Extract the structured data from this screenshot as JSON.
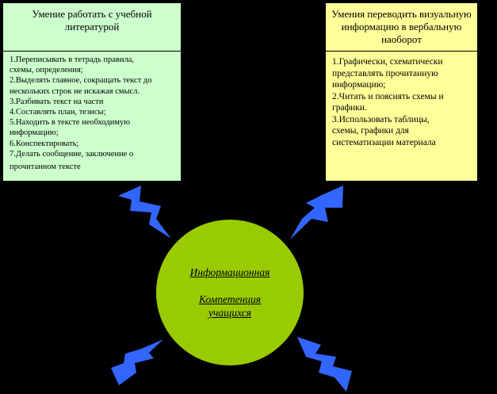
{
  "left_box": {
    "title_lines": [
      "Умение работать с учебной",
      "литературой"
    ],
    "items": [
      "1.Переписывать в тетрадь правила,",
      "схемы, определения;",
      "2.Выделять главное, сокращать текст до",
      "нескольких строк не искажая смысл.",
      "3.Разбивать текст на части",
      "4.Составлять план, тезисы;",
      "5.Находить в тексте необходимую",
      "информацию;",
      "6.Конспектировать;",
      "7.Делать сообщение, заключение о",
      "прочитанном тексте"
    ]
  },
  "right_box": {
    "title_lines": [
      "Умения переводить",
      "визуальную информацию в",
      "вербальную  наоборот"
    ],
    "items": [
      "1.Графически, схематически",
      "представлять прочитанную",
      "информацию;",
      "2.Читать и пояснять схемы и",
      "графики.",
      "3.Использовать таблицы,",
      "схемы, графики для",
      "систематизации материала"
    ]
  },
  "center": {
    "line1": "Информационная",
    "line2": "Компетенция",
    "line3": "учащихся"
  },
  "colors": {
    "left_box_fill": "#ccffcc",
    "right_box_fill": "#ffff99",
    "circle_fill": "#99cc00",
    "bolt_fill": "#3366ff"
  }
}
